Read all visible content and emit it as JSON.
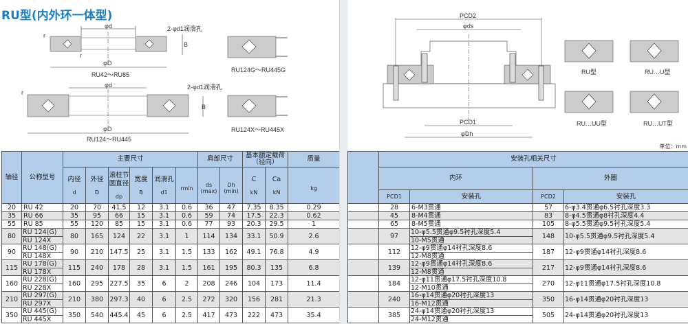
{
  "title": "RU型(内外环一体型)",
  "drawings": {
    "d": "φd",
    "D": "φD",
    "B": "B",
    "r": "r",
    "lube": "2-φd1润滑孔",
    "cap1": "RU42～RU85",
    "cap2": "RU124～RU445",
    "cap3": "RU124G～RU445G",
    "cap4": "RU124X～RU445X",
    "pcd2": "PCD2",
    "ds": "φds",
    "pcd1": "PCD1",
    "dh": "φDh",
    "types": [
      "RU型",
      "RU…U型",
      "RU…UU型",
      "RU…UT型"
    ]
  },
  "unit": "单位：mm",
  "left_header": {
    "shaft": "轴径",
    "model": "公称型号",
    "main": "主要尺寸",
    "shoulder": "肩部尺寸",
    "load": "基本额定载荷（径向）",
    "mass": "质量",
    "cols": [
      {
        "name": "内径",
        "sym": "d"
      },
      {
        "name": "外径",
        "sym": "D"
      },
      {
        "name": "滚柱节圆直径",
        "sym": "dp"
      },
      {
        "name": "宽度",
        "sym": "B"
      },
      {
        "name": "润滑孔",
        "sym": "d1"
      },
      {
        "name": "",
        "sym": "rmin"
      },
      {
        "name": "",
        "sym": "ds (max)"
      },
      {
        "name": "",
        "sym": "Dh (min)"
      },
      {
        "name": "C",
        "sym": "kN"
      },
      {
        "name": "Ca",
        "sym": "kN"
      },
      {
        "name": "",
        "sym": "kg"
      }
    ]
  },
  "right_header": {
    "mount": "安装孔相关尺寸",
    "inner": "内环",
    "outer": "外圈",
    "pcd1": "PCD1",
    "holes1": "安装孔",
    "pcd2": "PCD2",
    "holes2": "安装孔"
  },
  "rows": [
    {
      "shaft": "20",
      "models": [
        "RU 42"
      ],
      "vals": [
        "20",
        "70",
        "41.5",
        "12",
        "3.1",
        "0.6",
        "36",
        "47",
        "7.35",
        "8.35",
        "0.29"
      ],
      "pcd1": "28",
      "inner": [
        "6-M3贯通"
      ],
      "pcd2": "57",
      "outer": "6-φ3.4贯通φ6.5衬孔深度3.3"
    },
    {
      "shaft": "35",
      "models": [
        "RU 66"
      ],
      "vals": [
        "35",
        "95",
        "66",
        "15",
        "3.1",
        "0.6",
        "59",
        "74",
        "17.5",
        "22.3",
        "0.62"
      ],
      "pcd1": "45",
      "inner": [
        "8-M4贯通"
      ],
      "pcd2": "83",
      "outer": "8-φ4.5贯通φ8衬孔深度4.4"
    },
    {
      "shaft": "55",
      "models": [
        "RU 85"
      ],
      "vals": [
        "55",
        "120",
        "85",
        "15",
        "3.1",
        "0.6",
        "77",
        "93",
        "20.3",
        "29.5",
        "1"
      ],
      "pcd1": "65",
      "inner": [
        "8-M5贯通"
      ],
      "pcd2": "105",
      "outer": "8-φ5.5贯通φ9.5衬孔深度5.4"
    },
    {
      "shaft": "80",
      "models": [
        "RU 124(G)",
        "RU 124X"
      ],
      "vals": [
        "80",
        "165",
        "124",
        "22",
        "3.1",
        "1",
        "114",
        "134",
        "33.1",
        "50.9",
        "2.6"
      ],
      "pcd1": "97",
      "inner": [
        "10-φ5.5贯通φ9.5衬孔深度5.4",
        "10-M5贯通"
      ],
      "pcd2": "148",
      "outer": "10-φ5.5贯通φ9.5衬孔深度5.4"
    },
    {
      "shaft": "90",
      "models": [
        "RU 148(G)",
        "RU 148X"
      ],
      "vals": [
        "90",
        "210",
        "147.5",
        "25",
        "3.1",
        "1.5",
        "133",
        "162",
        "49.1",
        "76.8",
        "4.9"
      ],
      "pcd1": "112",
      "inner": [
        "12-φ9贯通φ14衬孔深度8.6",
        "12-M8贯通"
      ],
      "pcd2": "187",
      "outer": "12-φ9贯通φ14衬孔深度8.6"
    },
    {
      "shaft": "115",
      "models": [
        "RU 178(G)",
        "RU 178X"
      ],
      "vals": [
        "115",
        "240",
        "178",
        "28",
        "3.1",
        "1.5",
        "161",
        "195",
        "80.3",
        "135",
        "6.8"
      ],
      "pcd1": "139",
      "inner": [
        "12-φ9贯通φ14衬孔深度8.6",
        "12-M8贯通"
      ],
      "pcd2": "217",
      "outer": "12-φ9贯通φ14衬孔深度8.6"
    },
    {
      "shaft": "160",
      "models": [
        "RU 228(G)",
        "RU 228X"
      ],
      "vals": [
        "160",
        "295",
        "227.5",
        "35",
        "6",
        "2",
        "208",
        "246",
        "104",
        "173",
        "11.4"
      ],
      "pcd1": "184",
      "inner": [
        "12-φ11贯通φ17.5衬孔深度10.8",
        "12-M10贯通"
      ],
      "pcd2": "270",
      "outer": "12-φ11贯通φ17.5衬孔深度10.8"
    },
    {
      "shaft": "210",
      "models": [
        "RU 297(G)",
        "RU 297X"
      ],
      "vals": [
        "210",
        "380",
        "297.3",
        "40",
        "6",
        "2.5",
        "272",
        "320",
        "156",
        "281",
        "21.3"
      ],
      "pcd1": "240",
      "inner": [
        "16-φ14贯通φ20衬孔深度13",
        "16-M12贯通"
      ],
      "pcd2": "350",
      "outer": "16-φ14贯通φ20衬孔深度13"
    },
    {
      "shaft": "350",
      "models": [
        "RU 445(G)",
        "RU 445X"
      ],
      "vals": [
        "350",
        "540",
        "445.4",
        "45",
        "6",
        "2.5",
        "417",
        "473",
        "222",
        "473",
        "35.4"
      ],
      "pcd1": "385",
      "inner": [
        "24-φ14贯通φ20衬孔深度13",
        "24-M12贯通"
      ],
      "pcd2": "505",
      "outer": "24-φ14贯通φ20衬孔深度13"
    }
  ]
}
